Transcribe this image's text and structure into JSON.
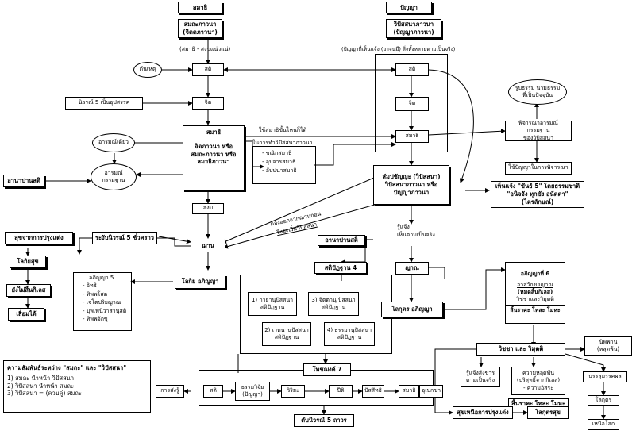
{
  "heads": {
    "samadhi": "สมาธิ",
    "samatha": "สมถะภาวนา",
    "samatha_sub": "(จิตตภาวนา)",
    "samatha_note": "(สมาธิ - สงบแน่วแน่)",
    "panya": "ปัญญา",
    "vipassana": "วิปัสสนาภาวนา",
    "vipassana_sub": "(ปัญญาภาวนา)",
    "vipassana_note": "(ปัญญาที่เห็นแจ้ง (ยาจนมี) สิ่งทั้งหลายตามเป็นจริง)"
  },
  "left": {
    "tanhet": "ต้นเหตุ",
    "sati": "สติ",
    "nivarana": "นิวรณ์ 5 เป็นอุปสรรค",
    "jit": "จิต",
    "arom_diao": "อารมณ์เดียว",
    "samadhi": "สมาธิ",
    "jitta_line1": "จิตภาวนา หรือ",
    "jitta_line2": "สมถะภาวนา หรือ",
    "jitta_line3": "สมาธิภาวนา",
    "arom_kam1": "อารมณ์",
    "arom_kam2": "กรรมฐาน",
    "anapana": "อานาปานสติ",
    "sangob": "สงบ",
    "chan": "ฌาน",
    "sukh_left": "สุขจากการปรุงแต่ง",
    "lokiya_sukh": "โลกิยสุข",
    "yang_mai": "ยังไม่สิ้นกิเลส",
    "suam": "เสื่อมได้",
    "rangab": "ระงับนิวรณ์ 5 ชั่วคราว",
    "lokiya_panya": "โลกิย อภิญญา",
    "abhinna_title": "อภิญญา 5",
    "abhinna_items": [
      "- อิทธิ",
      "- ทิพพโสต",
      "- เจโตปริยญาณ",
      "- ปุพเพนิวาสานุสติ",
      "- ทิพพจักขุ"
    ]
  },
  "middle": {
    "use_samadhi1": "ใช้สมาธิขั้นไหนก็ได้",
    "use_samadhi2": "ในการทำวิปัสสนาภาวนา",
    "kinds": [
      "- ขณิกสมาธิ",
      "- อุปจารสมาธิ",
      "- อัปปนาสมาธิ"
    ],
    "must_out1": "ต้องออกจากฌานก่อน",
    "must_out2": "จึงจะเริ่มวิปัสสนา"
  },
  "right": {
    "sati": "สติ",
    "jit": "จิต",
    "samadhi": "สมาธิ",
    "rupa_nama1": "รูปธรรม นามธรรม",
    "rupa_nama2": "ที่เป็นปัจจุบัน",
    "pija1": "พิจารณาอารมณ์กรรมฐาน",
    "pija2": "ของวิปัสสนา",
    "use_panya": "ใช้ปัญญาในการพิจารณา",
    "sampa1": "สัมปชัญญะ (วิปัสสนา)",
    "sampa2": "วิปัสสนาภาวนา หรือ",
    "sampa3": "ปัญญาภาวนา",
    "hen_jaeng1": "เห็นแจ้ง \"ขันธ์ 5\" โดยธรรมชาติ",
    "hen_jaeng2": "\"อนิจจัง ทุกขัง อนัตตา\"",
    "hen_jaeng3": "(ไตรลักษณ์)",
    "ru_jaeng1": "รู้แจ้ง",
    "ru_jaeng2": "เห็นตามเป็นจริง",
    "anapana": "อานาปานสติ",
    "satipatthana": "สติปัฏฐาน 4",
    "sp1a": "1) กายานุปัสสนา",
    "sp1b": "สติปัฏฐาน",
    "sp2a": "2) เวทนานุปัสสนา",
    "sp2b": "สติปัฏฐาน",
    "sp3a": "3) จิตตานุ ปัสสนา",
    "sp3b": "สติปัฏฐาน",
    "sp4a": "4) ธรรมานุปัสสนา",
    "sp4b": "สติปัฏฐาน",
    "nyan": "ญาณ",
    "lokutara": "โลกุตร อภิญญา",
    "abhinna6_title": "อภิญญาที่ 6",
    "asava": "อาสวักขยญาณ",
    "asava_sub": "(หมดสิ้นกิเลส)",
    "vijja": "วิชชาและวิมุตติ",
    "sin_rak": "สิ้นราคะ โทสะ โมหะ",
    "vijja_vimutti": "วิชชา และ วิมุตติ",
    "nibbana1": "นิพพาน",
    "nibbana2": "(หลุดพ้น)",
    "ru_jaeng_sang1": "รู้แจ้งสังขาร",
    "ru_jaeng_sang2": "ตามเป็นจริง",
    "kwam_lud1": "ความหลุดพ้น",
    "kwam_lud2": "(บริสุทธิ์จากกิเลส)",
    "kwam_lud3": "- ความอิสระ",
    "sin_rak2": "สิ้นราคะ โทสะ โมหะ",
    "banlu": "บรรลุมรรคผล",
    "lokutara_node": "โลกุตร",
    "nuea_lok": "เหนือโลก",
    "sukh_right": "สุขเหนือการปรุงแต่ง",
    "lokutara_sukh": "โลกุตรสุข"
  },
  "bottom": {
    "relation_title": "ความสัมพันธ์ระหว่าง \"สมถะ\" และ \"วิปัสสนา\"",
    "relation_items": [
      "1)  สมถะ  นำหน้า  วิปัสสนา",
      "2)  วิปัสสนา  นำหน้า  สมถะ",
      "3)  วิปัสสนา  =  (ควบคู่)  สมถะ"
    ],
    "bojjhanga": "โพชฌงค์ 7",
    "karu": "การสังรู้",
    "chain": [
      "สติ",
      "ธรรมวิจัย\n(ปัญญา)",
      "วิริยะ",
      "ปีติ",
      "ปัสสัทธิ",
      "สมาธิ",
      "อุเบกขา"
    ],
    "dap_nivarana": "ดับนิวรณ์ 5 ถาวร"
  }
}
